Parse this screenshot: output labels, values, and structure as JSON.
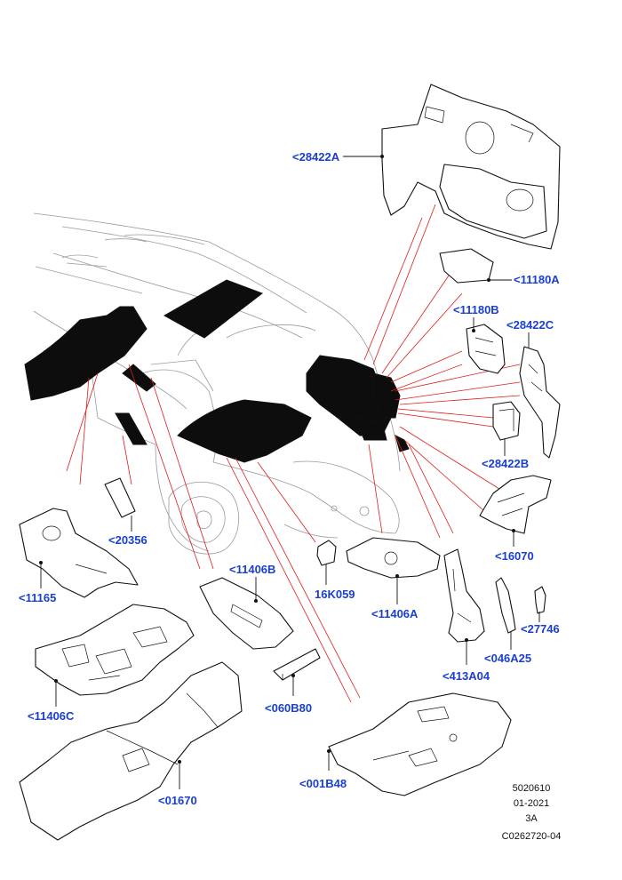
{
  "colors": {
    "callout": "#1a3fd1",
    "leader_red": "#e01b1b",
    "ink": "#111111",
    "vehicle_outline": "#9a9a9a"
  },
  "callouts": {
    "c28422A": "<28422A",
    "c11180A": "<11180A",
    "c11180B": "<11180B",
    "c28422C": "<28422C",
    "c28422B": "<28422B",
    "c16070": "<16070",
    "c20356": "<20356",
    "c11165": "<11165",
    "c11406B": "<11406B",
    "c16K059": "16K059",
    "c11406A": "<11406A",
    "c27746": "<27746",
    "c046A25": "<046A25",
    "c413A04": "<413A04",
    "c11406C": "<11406C",
    "c060B80": "<060B80",
    "c01670": "<01670",
    "c001B48": "<001B48"
  },
  "reference": {
    "line1": "5020610",
    "line2": "01-2021",
    "line3": "3A",
    "line4": "C0262720-04"
  }
}
